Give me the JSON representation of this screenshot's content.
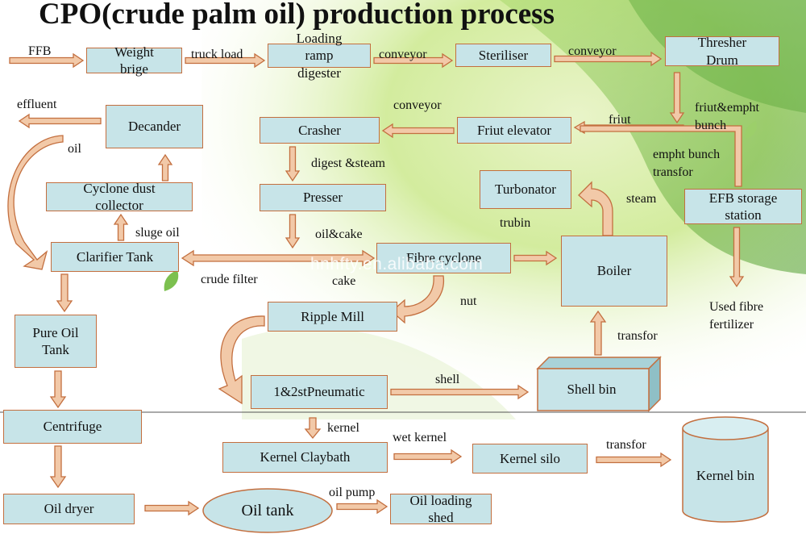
{
  "title": "CPO(crude palm oil) production process",
  "watermark": "hnhfty.en.alibaba.com",
  "colors": {
    "box_fill": "#c7e4e8",
    "box_border": "#c36f3f",
    "arrow_fill": "#f2c9a8",
    "arrow_stroke": "#c36f3f",
    "accent_green": "#7cc04f"
  },
  "boxes": {
    "weight_bridge": "Weight\nbrige",
    "loading_ramp": "Loading\nramp\ndigester",
    "steriliser": "Steriliser",
    "thresher_drum": "Thresher\nDrum",
    "decander": "Decander",
    "crasher": "Crasher",
    "fruit_elevator": "Friut elevator",
    "cyclone_dust_collector": "Cyclone dust\ncollector",
    "presser": "Presser",
    "turbonator": "Turbonator",
    "efb_storage": "EFB storage\nstation",
    "clarifier_tank": "Clarifier Tank",
    "fibre_cyclone": "Fibre cyclone",
    "boiler": "Boiler",
    "ripple_mill": "Ripple Mill",
    "pure_oil_tank": "Pure Oil\nTank",
    "pneumatic": "1&2stPneumatic",
    "shell_bin": "Shell bin",
    "centrifuge": "Centrifuge",
    "kernel_claybath": "Kernel Claybath",
    "kernel_silo": "Kernel silo",
    "kernel_bin": "Kernel bin",
    "oil_dryer": "Oil dryer",
    "oil_tank": "Oil tank",
    "oil_loading_shed": "Oil loading\nshed"
  },
  "labels": {
    "ffb": "FFB",
    "truck_load": "truck load",
    "conveyor_1": "conveyor",
    "conveyor_2": "conveyor",
    "conveyor_3": "conveyor",
    "effluent": "effluent",
    "oil": "oil",
    "fruit": "friut",
    "fruit_empty_bunch": "friut&empht\nbunch",
    "empty_bunch_transfer": "empht bunch\ntransfor",
    "digest_steam": "digest &steam",
    "steam": "steam",
    "turbine": "trubin",
    "sludge_oil": "sluge oil",
    "oil_cake": "oil&cake",
    "crude_filter": "crude filter",
    "cake": "cake",
    "nut": "nut",
    "used_fibre": "Used fibre\nfertilizer",
    "transfer_1": "transfor",
    "shell": "shell",
    "kernel": "kernel",
    "wet_kernel": "wet kernel",
    "transfer_2": "transfor",
    "oil_pump": "oil pump"
  }
}
